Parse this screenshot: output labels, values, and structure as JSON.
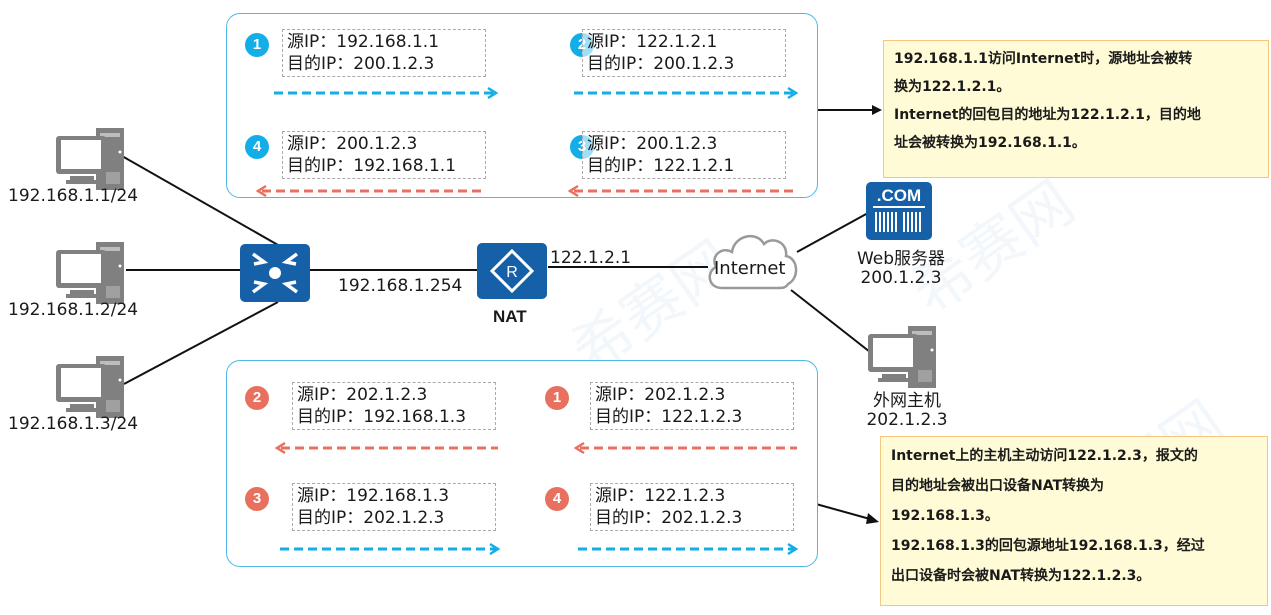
{
  "diagram": {
    "title": "NAT address translation flow",
    "colors": {
      "outbound_arrow": "#13aee8",
      "return_arrow": "#e8705e",
      "panel_border": "#4db8e8",
      "device_blue": "#1660a8",
      "host_gray": "#808080",
      "note_bg": "#fffbd6",
      "note_border": "#f5c77e"
    },
    "hosts": [
      {
        "id": "pc1",
        "label": "192.168.1.1/24"
      },
      {
        "id": "pc2",
        "label": "192.168.1.2/24"
      },
      {
        "id": "pc3",
        "label": "192.168.1.3/24"
      }
    ],
    "switch": {
      "label": ""
    },
    "nat_router": {
      "label": "NAT",
      "inside_ip": "192.168.1.254",
      "outside_ip": "122.1.2.1",
      "icon_letter": "R"
    },
    "internet": {
      "label": "Internet"
    },
    "web_server": {
      "icon_text": ".COM",
      "name": "Web服务器",
      "ip": "200.1.2.3"
    },
    "external_host": {
      "name": "外网主机",
      "ip": "202.1.2.3"
    },
    "top_panel": {
      "packets": [
        {
          "step": "1",
          "src": "源IP：192.168.1.1",
          "dst": "目的IP：200.1.2.3",
          "direction": "right",
          "color": "blue"
        },
        {
          "step": "2",
          "src": "源IP：122.1.2.1",
          "dst": "目的IP：200.1.2.3",
          "direction": "right",
          "color": "blue"
        },
        {
          "step": "4",
          "src": "源IP：200.1.2.3",
          "dst": "目的IP：192.168.1.1",
          "direction": "left",
          "color": "blue"
        },
        {
          "step": "3",
          "src": "源IP：200.1.2.3",
          "dst": "目的IP：122.1.2.1",
          "direction": "left",
          "color": "blue"
        }
      ]
    },
    "bottom_panel": {
      "packets": [
        {
          "step": "2",
          "src": "源IP：202.1.2.3",
          "dst": "目的IP：192.168.1.3",
          "direction": "left",
          "color": "red"
        },
        {
          "step": "1",
          "src": "源IP：202.1.2.3",
          "dst": "目的IP：122.1.2.3",
          "direction": "left",
          "color": "red"
        },
        {
          "step": "3",
          "src": "源IP：192.168.1.3",
          "dst": "目的IP：202.1.2.3",
          "direction": "right",
          "color": "red"
        },
        {
          "step": "4",
          "src": "源IP：122.1.2.3",
          "dst": "目的IP：202.1.2.3",
          "direction": "right",
          "color": "red"
        }
      ]
    },
    "notes": {
      "top": [
        "192.168.1.1访问Internet时，源地址会被转",
        "换为122.1.2.1。",
        "Internet的回包目的地址为122.1.2.1，目的地",
        "址会被转换为192.168.1.1。"
      ],
      "bottom": [
        "Internet上的主机主动访问122.1.2.3，报文的",
        "目的地址会被出口设备NAT转换为",
        "192.168.1.3。",
        "192.168.1.3的回包源地址192.168.1.3，经过",
        "出口设备时会被NAT转换为122.1.2.3。"
      ]
    },
    "watermark": "希赛网"
  }
}
